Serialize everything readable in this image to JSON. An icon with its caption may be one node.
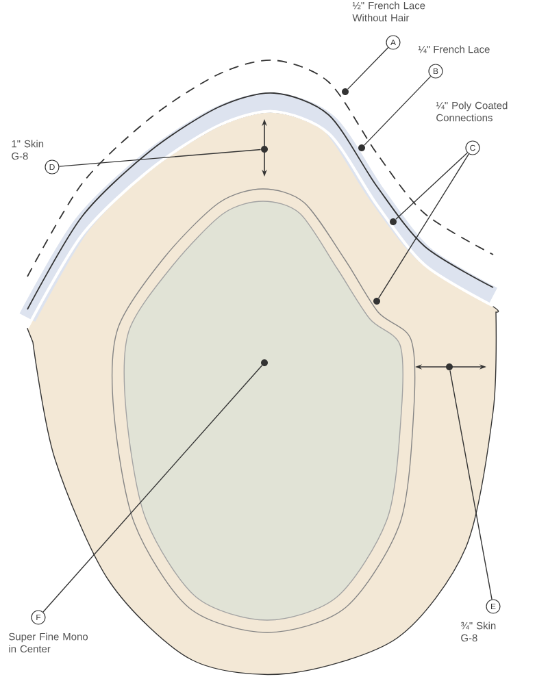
{
  "diagram": {
    "nodes": [
      {
        "text": [
          "A"
        ],
        "beside": [
          "½\" French Lace Without Hair"
        ]
      },
      {
        "text": [
          "B"
        ],
        "beside": [
          "¼\" French Lace"
        ]
      },
      {
        "text": [
          "C"
        ],
        "beside": [
          "¼\" Poly Coated Connections"
        ]
      },
      {
        "text": [
          "D"
        ],
        "beside": [
          "1\" Skin G-8"
        ]
      },
      {
        "text": [
          "E"
        ],
        "beside": [
          "¾\" Skin G-8"
        ]
      },
      {
        "text": [
          "F"
        ],
        "beside": [
          "Super Fine Mono in Center"
        ]
      },
      {
        "text": [],
        "shape": "circle"
      },
      {
        "text": [],
        "shape": "circle"
      },
      {
        "text": [],
        "shape": "circle"
      },
      {
        "text": [],
        "shape": "circle"
      },
      {
        "text": [],
        "shape": "circle"
      },
      {
        "text": [],
        "shape": "circle"
      },
      {
        "text": [],
        "shape": "circle"
      }
    ],
    "edges": [
      {
        "from": 0,
        "to": 6,
        "arrow": "none"
      },
      {
        "from": 1,
        "to": 7,
        "arrow": "none"
      },
      {
        "from": 2,
        "to": 8,
        "arrow": "none"
      },
      {
        "from": 2,
        "to": 9,
        "arrow": "none"
      },
      {
        "from": 3,
        "to": 10,
        "arrow": "none"
      },
      {
        "from": 4,
        "to": 11,
        "arrow": "none"
      },
      {
        "from": 5,
        "to": 12,
        "arrow": "none"
      }
    ]
  }
}
